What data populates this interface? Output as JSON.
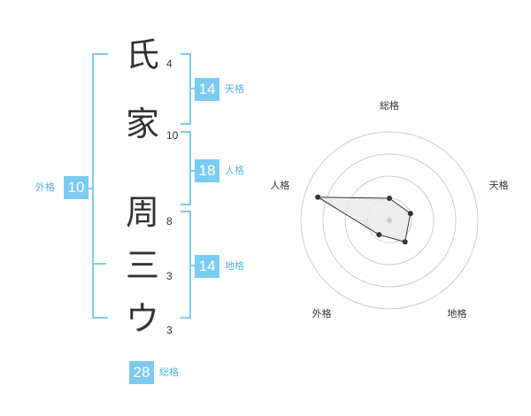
{
  "name": {
    "characters": [
      {
        "char": "氏",
        "strokes": "4"
      },
      {
        "char": "家",
        "strokes": "10"
      },
      {
        "char": "周",
        "strokes": "8"
      },
      {
        "char": "三",
        "strokes": "3"
      },
      {
        "char": "ウ",
        "strokes": "3"
      }
    ]
  },
  "fortune": {
    "tenkaku": {
      "value": "14",
      "label": "天格"
    },
    "jinkaku": {
      "value": "18",
      "label": "人格"
    },
    "chikaku": {
      "value": "14",
      "label": "地格"
    },
    "gaikaku": {
      "value": "10",
      "label": "外格"
    },
    "soukaku": {
      "value": "28",
      "label": "総格"
    }
  },
  "colors": {
    "accent": "#7ccbf2",
    "label": "#56b4e3",
    "ring": "#cccccc",
    "polygon_fill": "#e8e8e8"
  },
  "chart_data": {
    "type": "radar",
    "axes": [
      "総格",
      "天格",
      "地格",
      "外格",
      "人格"
    ],
    "values": [
      0.25,
      0.25,
      0.3,
      0.2,
      0.85
    ],
    "rings": 4,
    "center_marker": true
  }
}
